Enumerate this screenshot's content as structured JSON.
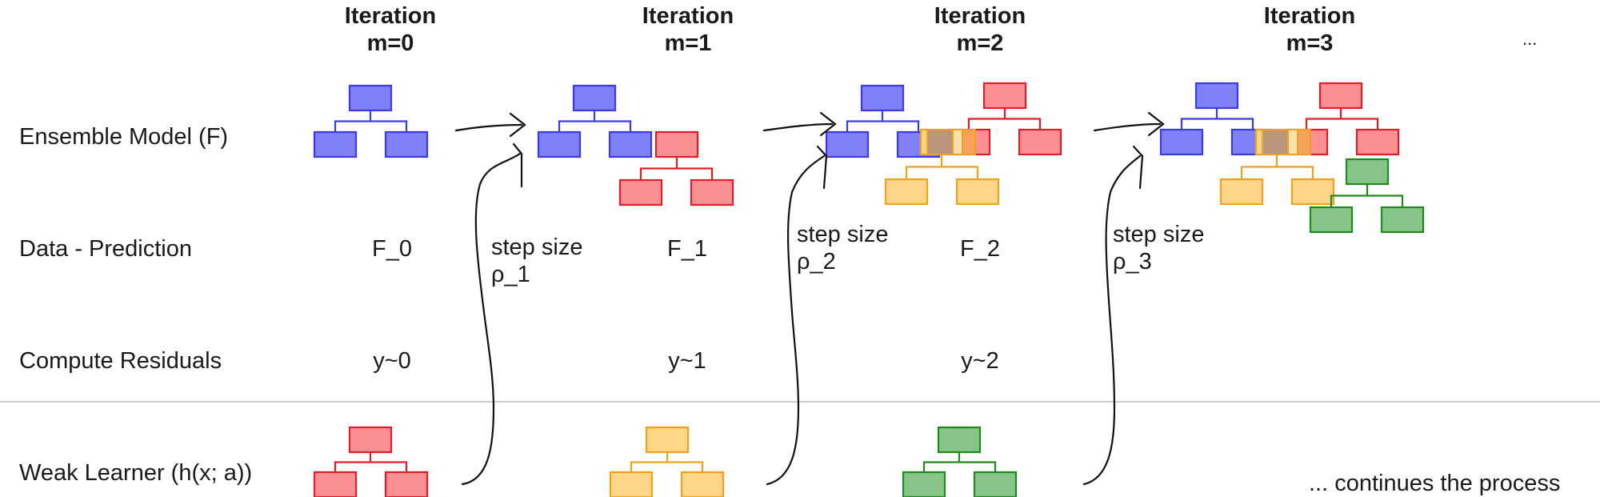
{
  "row_labels": {
    "ensemble": "Ensemble Model (F)",
    "prediction": "Data - Prediction",
    "residuals": "Compute Residuals",
    "weak_learner": "Weak Learner (h(x; a))"
  },
  "iterations": [
    {
      "line1": "Iteration",
      "line2": "m=0"
    },
    {
      "line1": "Iteration",
      "line2": "m=1"
    },
    {
      "line1": "Iteration",
      "line2": "m=2"
    },
    {
      "line1": "Iteration",
      "line2": "m=3"
    }
  ],
  "top_ellipsis": "...",
  "predictions": [
    "F_0",
    "F_1",
    "F_2"
  ],
  "residuals": [
    "y~0",
    "y~1",
    "y~2"
  ],
  "steps": [
    {
      "line1": "step size",
      "line2": "ρ_1"
    },
    {
      "line1": "step size",
      "line2": "ρ_2"
    },
    {
      "line1": "step size",
      "line2": "ρ_3"
    }
  ],
  "footnote": "... continues the process",
  "colors": {
    "blue_fill": "#8080f8",
    "blue_stroke": "#3b3be0",
    "red_fill": "#fc8f94",
    "red_stroke": "#e01e28",
    "yellow_fill": "#fdd68a",
    "yellow_stroke": "#f0a21c",
    "green_fill": "#87c487",
    "green_stroke": "#1f8a1f",
    "divider": "#cccccc"
  }
}
